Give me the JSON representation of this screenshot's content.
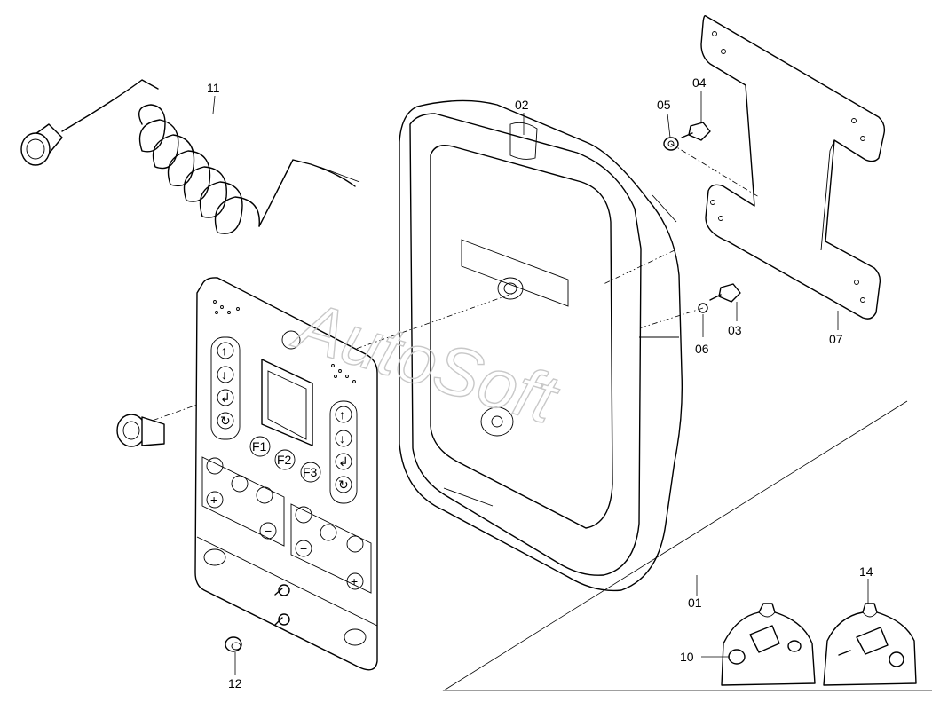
{
  "watermark": "AutoSoft",
  "labels": {
    "p01": "01",
    "p02": "02",
    "p03": "03",
    "p04": "04",
    "p05": "05",
    "p06": "06",
    "p07": "07",
    "p10": "10",
    "p11": "11",
    "p12": "12",
    "p14": "14"
  },
  "panel_buttons": {
    "f1": "F1",
    "f2": "F2",
    "f3": "F3"
  },
  "icons": [
    "arrow-up-icon",
    "arrow-down-icon",
    "enter-icon",
    "rotate-icon",
    "plus-icon",
    "minus-icon",
    "toggle-switch-icon"
  ]
}
